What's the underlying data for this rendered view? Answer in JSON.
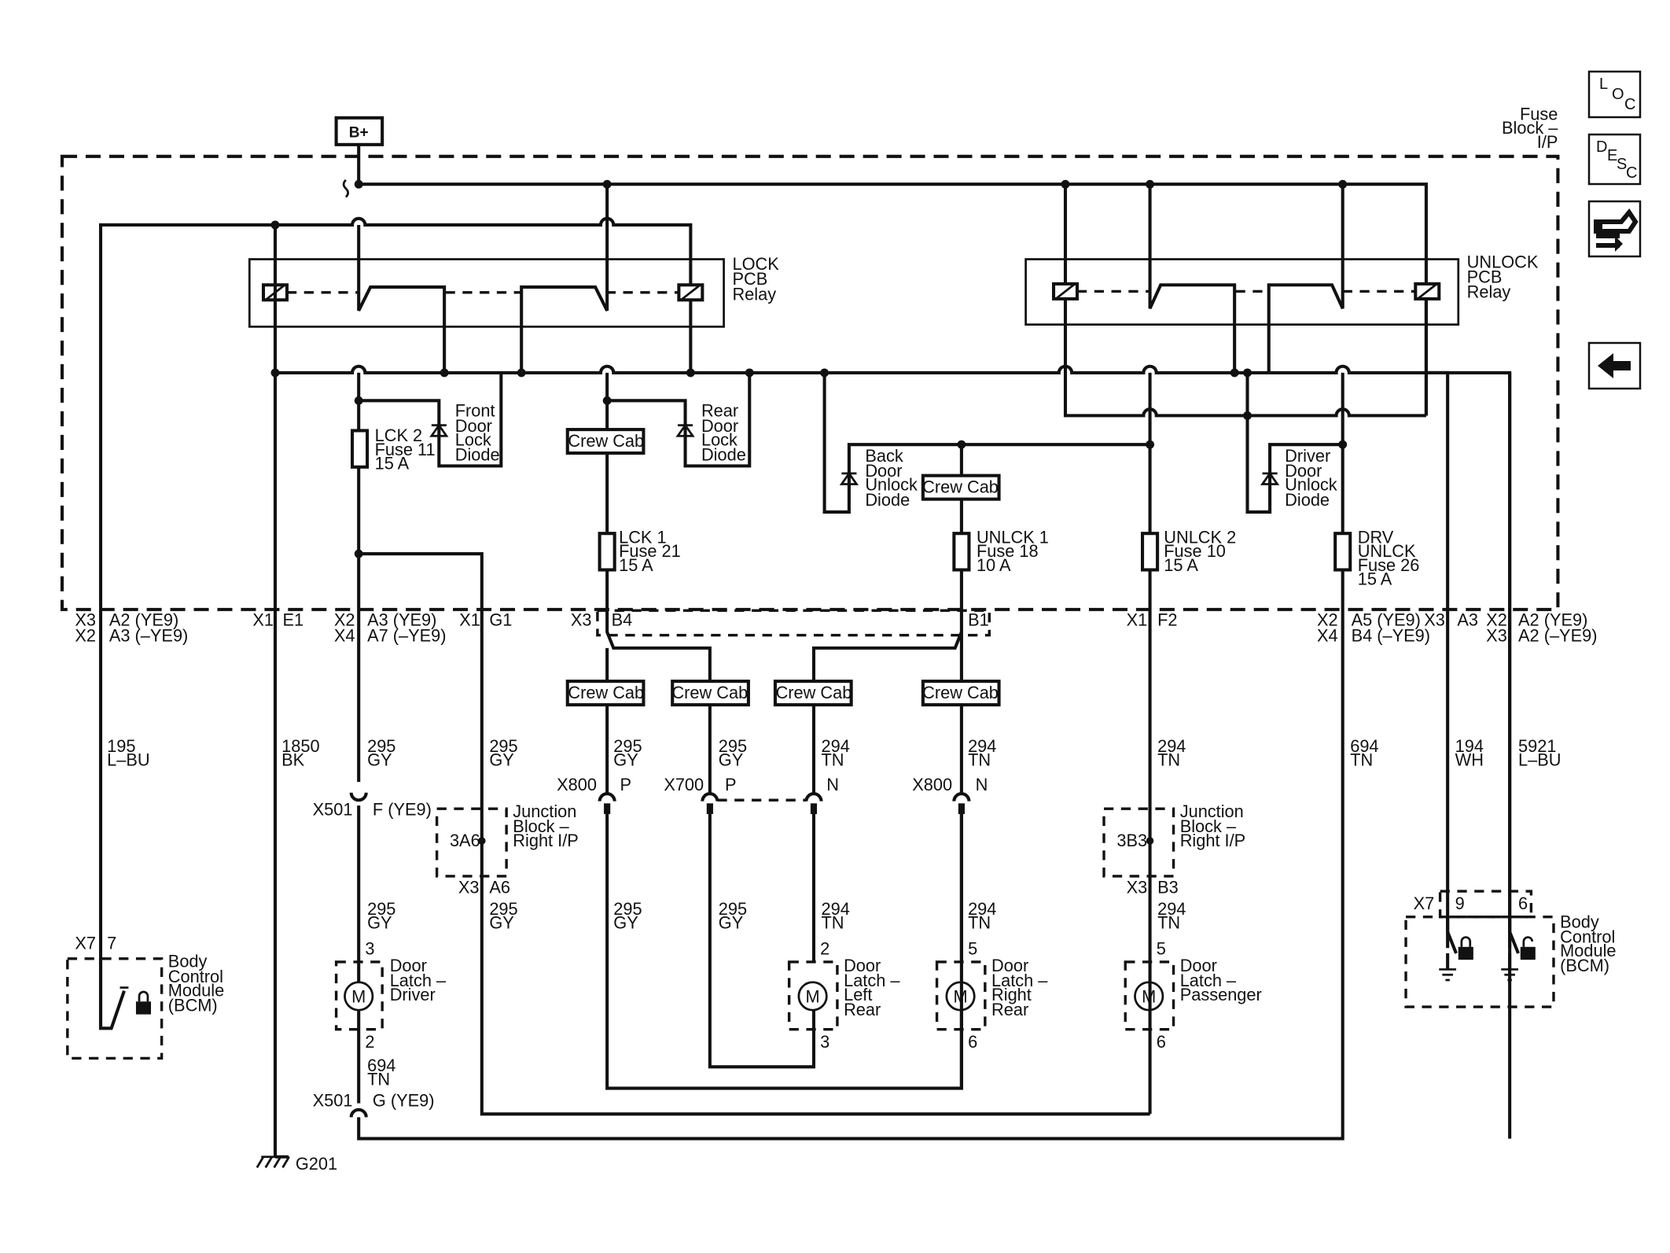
{
  "source": "B+",
  "fuse_block_label": [
    "Fuse",
    "Block –",
    "I/P"
  ],
  "relays": {
    "lock": [
      "LOCK",
      "PCB",
      "Relay"
    ],
    "unlock": [
      "UNLOCK",
      "PCB",
      "Relay"
    ]
  },
  "diodes": {
    "front_lock": [
      "Front",
      "Door",
      "Lock",
      "Diode"
    ],
    "rear_lock": [
      "Rear",
      "Door",
      "Lock",
      "Diode"
    ],
    "back_unlock": [
      "Back",
      "Door",
      "Unlock",
      "Diode"
    ],
    "driver_unlock": [
      "Driver",
      "Door",
      "Unlock",
      "Diode"
    ]
  },
  "fuses": {
    "lck2": [
      "LCK 2",
      "Fuse 11",
      "15 A"
    ],
    "lck1": [
      "LCK 1",
      "Fuse 21",
      "15 A"
    ],
    "unlck1": [
      "UNLCK 1",
      "Fuse 18",
      "10 A"
    ],
    "unlck2": [
      "UNLCK 2",
      "Fuse 10",
      "15 A"
    ],
    "drv_unlck": [
      "DRV",
      "UNLCK",
      "Fuse 26",
      "15 A"
    ]
  },
  "crew_cab": "Crew Cab",
  "connectors": {
    "c1": [
      "X3",
      "X2"
    ],
    "c1_pins": [
      "A2 (YE9)",
      "A3 (–YE9)"
    ],
    "c2": "X1",
    "c2_pin": "E1",
    "c3": [
      "X2",
      "X4"
    ],
    "c3_pins": [
      "A3 (YE9)",
      "A7 (–YE9)"
    ],
    "c4": "X1",
    "c4_pin": "G1",
    "c5": "X3",
    "c5_pin": "B4",
    "c6_pin": "B1",
    "c7": "X1",
    "c7_pin": "F2",
    "c8": [
      "X2",
      "X4"
    ],
    "c8_pins": [
      "A5 (YE9)",
      "B4 (–YE9)"
    ],
    "c9": "X3",
    "c9_pin": "A3",
    "c10": [
      "X2",
      "X3"
    ],
    "c10_pins": [
      "A2 (YE9)",
      "A2 (–YE9)"
    ]
  },
  "wires": {
    "w195": [
      "195",
      "L–BU"
    ],
    "w1850": [
      "1850",
      "BK"
    ],
    "w295a": [
      "295",
      "GY"
    ],
    "w295b": [
      "295",
      "GY"
    ],
    "w295c": [
      "295",
      "GY"
    ],
    "w295d": [
      "295",
      "GY"
    ],
    "w294a": [
      "294",
      "TN"
    ],
    "w294b": [
      "294",
      "TN"
    ],
    "w294c": [
      "294",
      "TN"
    ],
    "w694": [
      "694",
      "TN"
    ],
    "w194": [
      "194",
      "WH"
    ],
    "w5921": [
      "5921",
      "L–BU"
    ],
    "low_295a": [
      "295",
      "GY"
    ],
    "low_295b": [
      "295",
      "GY"
    ],
    "low_295c": [
      "295",
      "GY"
    ],
    "low_295d": [
      "295",
      "GY"
    ],
    "low_294a": [
      "294",
      "TN"
    ],
    "low_294b": [
      "294",
      "TN"
    ],
    "low_294c": [
      "294",
      "TN"
    ],
    "w694b": [
      "694",
      "TN"
    ]
  },
  "inline": {
    "x800a": "X800",
    "x800a_pin": "P",
    "x700": "X700",
    "x700_p": "P",
    "x700_n": "N",
    "x800b": "X800",
    "x800b_pin": "N",
    "x501a": "X501",
    "x501a_pin": "F (YE9)",
    "x501b": "X501",
    "x501b_pin": "G (YE9)"
  },
  "junction_blocks": {
    "jb1_id": "3A6",
    "jb1_label": [
      "Junction",
      "Block –",
      "Right I/P"
    ],
    "jb1_conn": "X3",
    "jb1_pin": "A6",
    "jb2_id": "3B3",
    "jb2_label": [
      "Junction",
      "Block –",
      "Right I/P"
    ],
    "jb2_conn": "X3",
    "jb2_pin": "B3"
  },
  "motors": {
    "driver": {
      "label": [
        "Door",
        "Latch –",
        "Driver"
      ],
      "pin_top": "3",
      "pin_bot": "2"
    },
    "left_rear": {
      "label": [
        "Door",
        "Latch –",
        "Left",
        "Rear"
      ],
      "pin_top": "2",
      "pin_bot": "3"
    },
    "right_rear": {
      "label": [
        "Door",
        "Latch –",
        "Right",
        "Rear"
      ],
      "pin_top": "5",
      "pin_bot": "6"
    },
    "passenger": {
      "label": [
        "Door",
        "Latch –",
        "Passenger"
      ],
      "pin_top": "5",
      "pin_bot": "6"
    },
    "motor_letter": "M"
  },
  "bcm_left": {
    "conn": "X7",
    "pin": "7",
    "label": [
      "Body",
      "Control",
      "Module",
      "(BCM)"
    ]
  },
  "bcm_right": {
    "conn": "X7",
    "pin_a": "9",
    "pin_b": "6",
    "label": [
      "Body",
      "Control",
      "Module",
      "(BCM)"
    ]
  },
  "ground": "G201",
  "nav": {
    "loc_icon": "loc-icon",
    "desc_icon": "desc-icon",
    "connector_icon": "connector-icon",
    "back_icon": "back-arrow-icon",
    "loc_letters": [
      "L",
      "O",
      "C"
    ],
    "desc_letters": [
      "D",
      "E",
      "S",
      "C"
    ]
  }
}
